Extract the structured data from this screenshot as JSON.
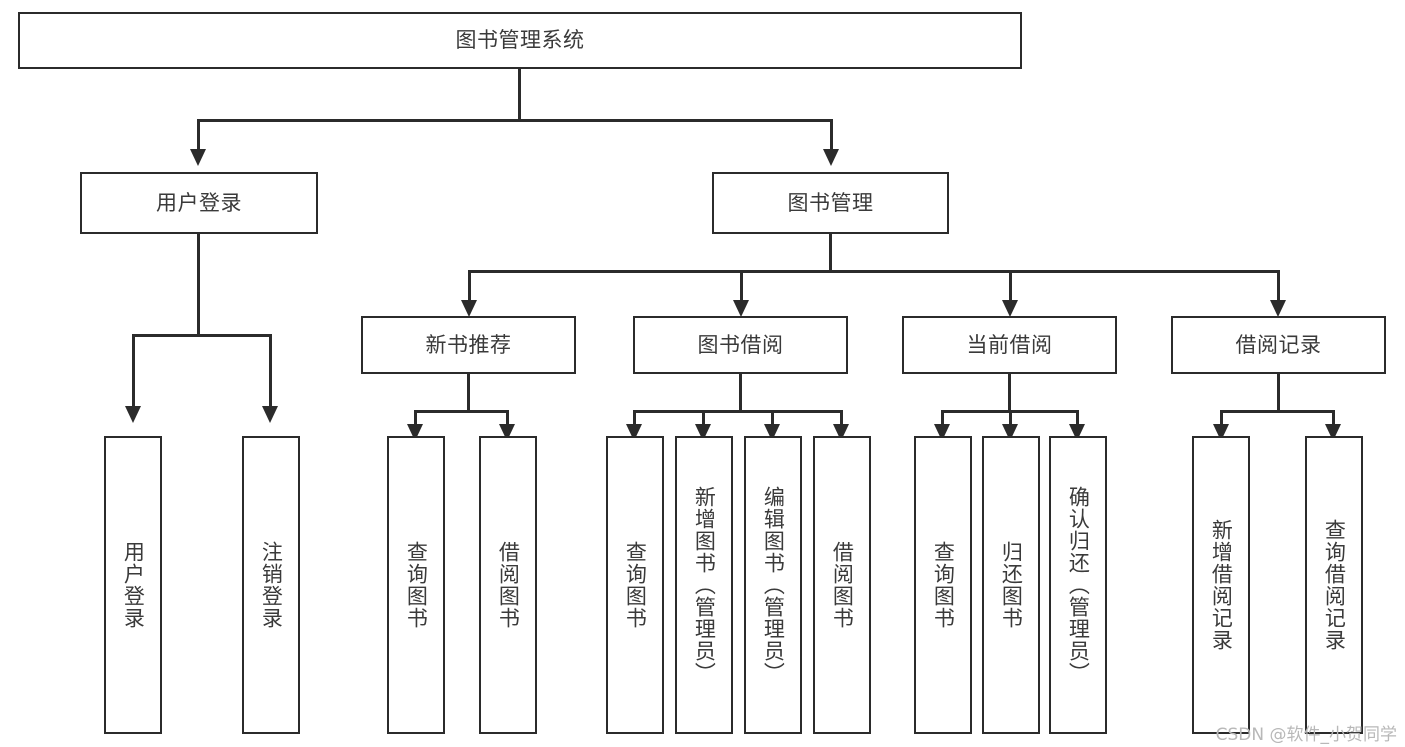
{
  "diagram": {
    "type": "tree",
    "title": "图书管理系统",
    "root": {
      "label": "图书管理系统"
    },
    "level2": [
      {
        "label": "用户登录"
      },
      {
        "label": "图书管理"
      }
    ],
    "level3": [
      {
        "label": "新书推荐"
      },
      {
        "label": "图书借阅"
      },
      {
        "label": "当前借阅"
      },
      {
        "label": "借阅记录"
      }
    ],
    "leaves": {
      "user_login": [
        {
          "label": "用户登录"
        },
        {
          "label": "注销登录"
        }
      ],
      "new_book_recommend": [
        {
          "label": "查询图书"
        },
        {
          "label": "借阅图书"
        }
      ],
      "book_borrow": [
        {
          "label": "查询图书"
        },
        {
          "label": "新增图书（管理员）"
        },
        {
          "label": "编辑图书（管理员）"
        },
        {
          "label": "借阅图书"
        }
      ],
      "current_borrow": [
        {
          "label": "查询图书"
        },
        {
          "label": "归还图书"
        },
        {
          "label": "确认归还（管理员）"
        }
      ],
      "borrow_record": [
        {
          "label": "新增借阅记录"
        },
        {
          "label": "查询借阅记录"
        }
      ]
    }
  },
  "watermark": {
    "text": "CSDN @软件_小贺同学"
  },
  "colors": {
    "stroke": "#2b2b2b",
    "text": "#3a3a3a",
    "background": "#ffffff",
    "watermark": "#b8b8b8"
  }
}
